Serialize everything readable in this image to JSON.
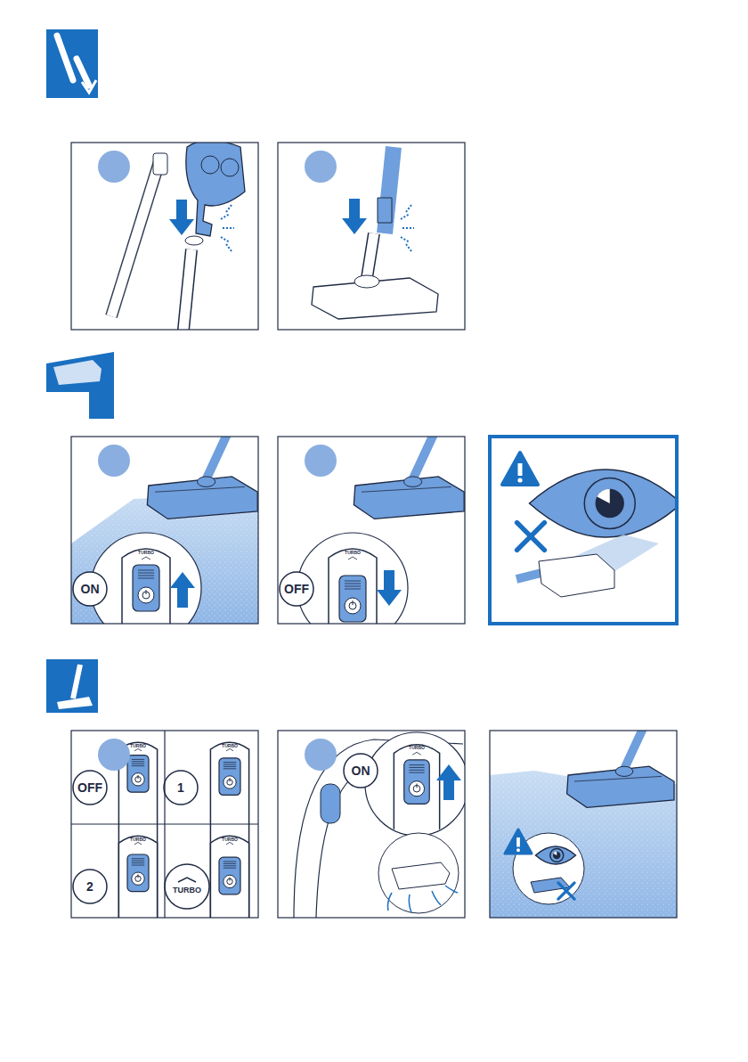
{
  "diagram": {
    "labels": [
      "TURBO",
      "ON",
      "TURBO",
      "OFF",
      "TURBO",
      "OFF",
      "TURBO",
      "1",
      "TURBO",
      "2",
      "TURBO",
      "TURBO",
      "TURBO",
      "ON"
    ]
  }
}
